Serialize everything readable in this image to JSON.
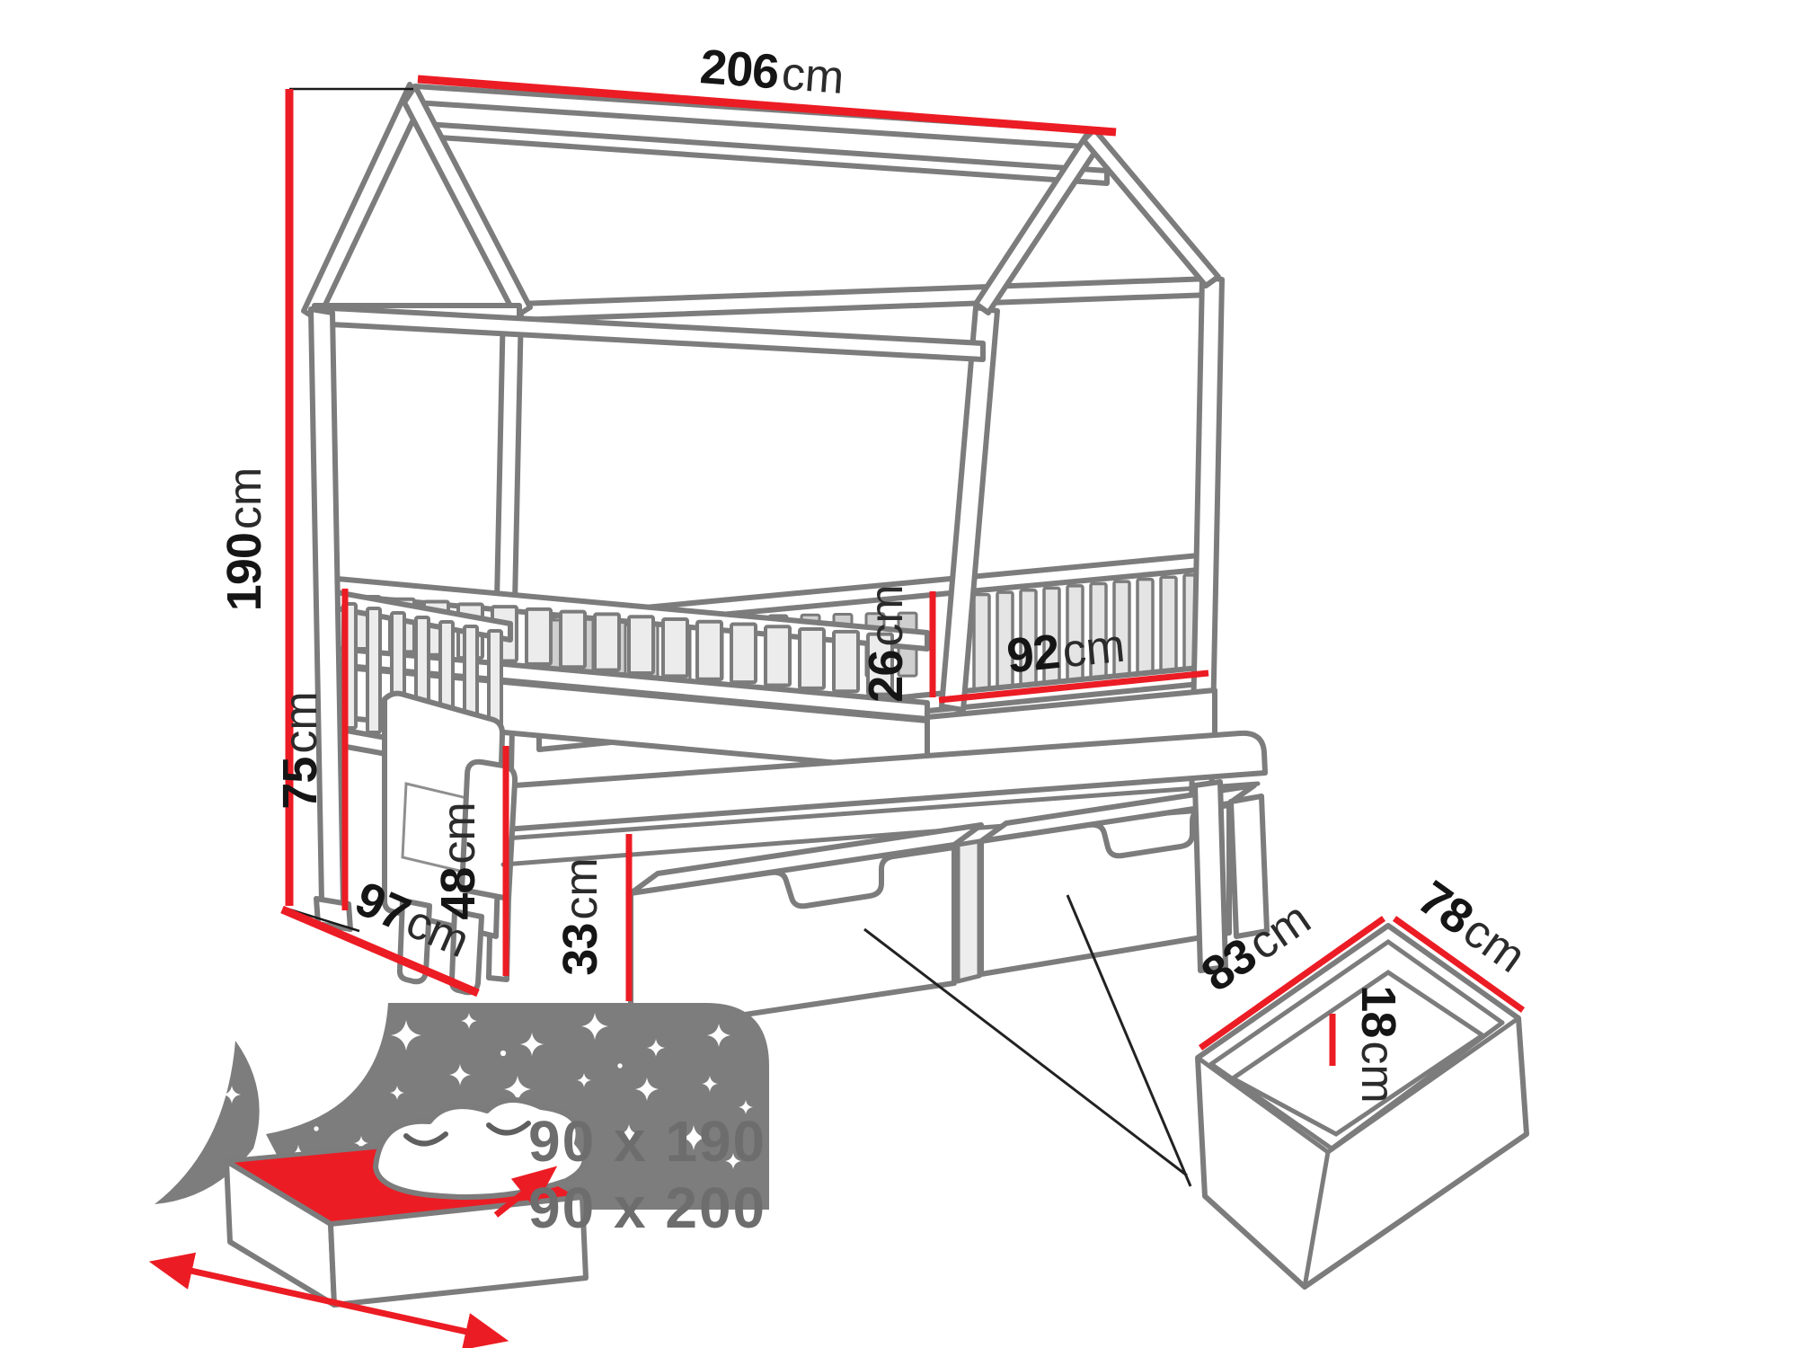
{
  "drawing": {
    "type": "furniture dimension diagram",
    "subject": "house-frame children's bed with pull-out trundle and storage drawers"
  },
  "colors": {
    "dimension_red": "#ec1c24",
    "sketch_gray": "#7c7c7c",
    "label_black": "#151515",
    "size_text_gray": "#6d6d6d"
  },
  "dimensions": {
    "ridge_length": {
      "value": "206",
      "unit": "cm"
    },
    "height_total": {
      "value": "190",
      "unit": "cm"
    },
    "side_rail_height": {
      "value": "75",
      "unit": "cm"
    },
    "bed_depth": {
      "value": "97",
      "unit": "cm"
    },
    "trundle_height": {
      "value": "48",
      "unit": "cm"
    },
    "trundle_side_height": {
      "value": "33",
      "unit": "cm"
    },
    "guard_rail_height": {
      "value": "26",
      "unit": "cm"
    },
    "guard_rail_length": {
      "value": "92",
      "unit": "cm"
    },
    "drawer_width": {
      "value": "83",
      "unit": "cm"
    },
    "drawer_depth": {
      "value": "78",
      "unit": "cm"
    },
    "drawer_height": {
      "value": "18",
      "unit": "cm"
    }
  },
  "mattress_sizes": {
    "upper": "90 x 190",
    "lower": "90 x 200"
  }
}
